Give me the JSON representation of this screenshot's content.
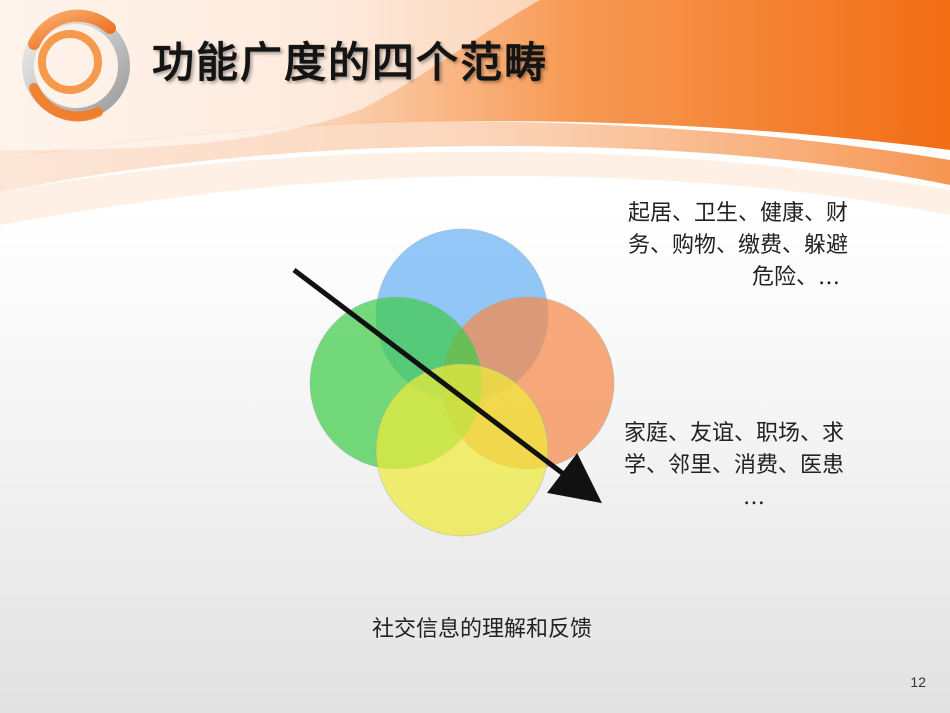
{
  "slide": {
    "title": "功能广度的四个范畴",
    "page_number": "12"
  },
  "annotations": {
    "top_right": {
      "line1": "起居、卫生、健康、财",
      "line2": "务、购物、缴费、躲避",
      "line3": "危险、…"
    },
    "middle_right": {
      "line1": "家庭、友谊、职场、求",
      "line2": "学、邻里、消费、医患",
      "line3": "…"
    },
    "bottom": "社交信息的理解和反馈"
  },
  "diagram": {
    "circles": [
      {
        "name": "blue",
        "color": "#6fb4f4"
      },
      {
        "name": "orange",
        "color": "#f6894a"
      },
      {
        "name": "green",
        "color": "#3fcc4a"
      },
      {
        "name": "yellow",
        "color": "#eeea3a"
      }
    ],
    "arrow_color": "#111111"
  },
  "theme": {
    "accent": "#f47a20",
    "accent_light": "#fbc08c"
  }
}
